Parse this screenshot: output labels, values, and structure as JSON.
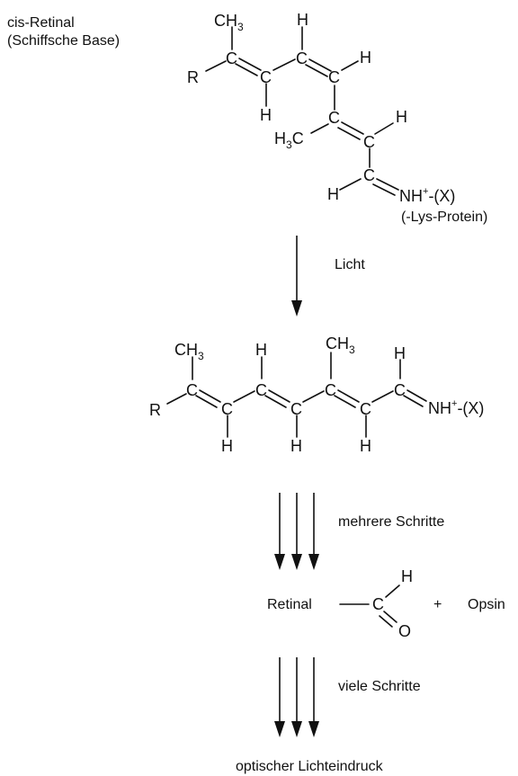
{
  "top_molecule": {
    "title_line1": "cis-Retinal",
    "title_line2": "(Schiffsche Base)",
    "r": "R",
    "c": "C",
    "h": "H",
    "ch3_base": "CH",
    "h3c_base_h": "H",
    "h3c_base_c": "C",
    "subscript_3": "3",
    "nh": "NH",
    "plus": "+",
    "x": "-(X)",
    "lys": "(-Lys-Protein)"
  },
  "step1": {
    "label": "Licht"
  },
  "middle_molecule": {
    "r": "R",
    "c": "C",
    "h": "H",
    "ch3_base": "CH",
    "subscript_3": "3",
    "nh": "NH",
    "plus": "+",
    "x": "-(X)"
  },
  "step2": {
    "label": "mehrere Schritte"
  },
  "products": {
    "retinal": "Retinal",
    "c": "C",
    "h": "H",
    "o": "O",
    "plus": "+",
    "opsin": "Opsin"
  },
  "step3": {
    "label": "viele Schritte"
  },
  "final": {
    "label": "optischer Lichteindruck"
  }
}
